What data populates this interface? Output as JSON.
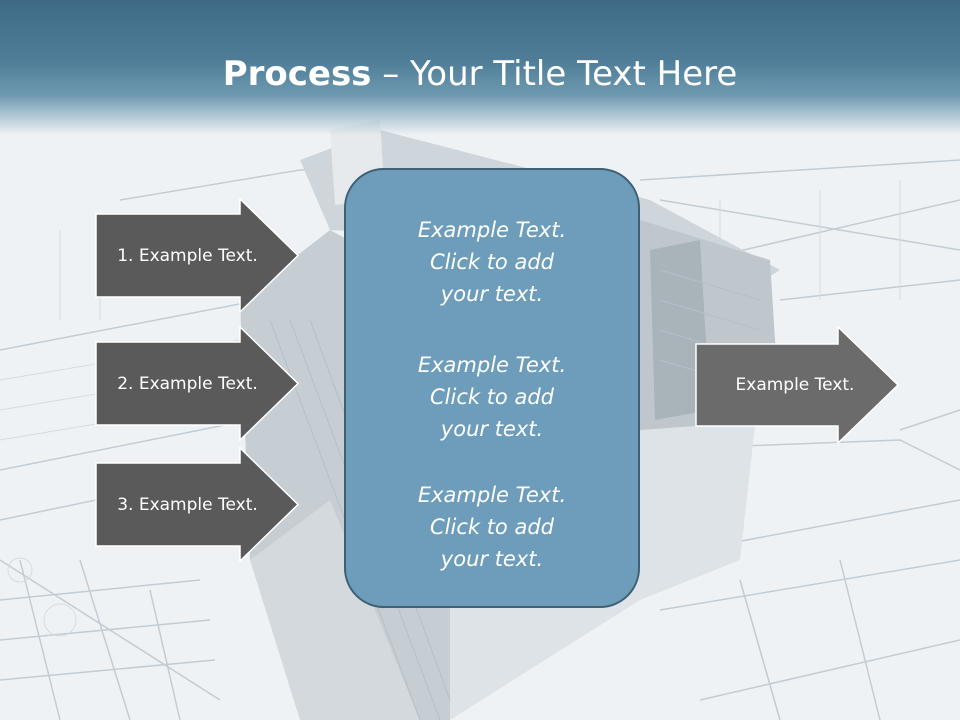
{
  "title": {
    "bold": "Process",
    "rest": " – Your Title Text Here"
  },
  "steps": [
    {
      "label": "1. Example Text."
    },
    {
      "label": "2. Example Text."
    },
    {
      "label": "3. Example Text."
    }
  ],
  "center": {
    "blocks": [
      {
        "line1": "Example Text.",
        "line2": "Click  to add",
        "line3": "your text."
      },
      {
        "line1": "Example Text.",
        "line2": "Click  to add",
        "line3": "your text."
      },
      {
        "line1": "Example Text.",
        "line2": "Click  to add",
        "line3": "your text."
      }
    ]
  },
  "output": {
    "label": "Example Text."
  },
  "colors": {
    "header": "#4f7d97",
    "arrow_dark": "#5a5a5a",
    "arrow_output": "#6b6b6b",
    "center_fill": "#6d9dba",
    "center_border": "#3f5f73"
  }
}
